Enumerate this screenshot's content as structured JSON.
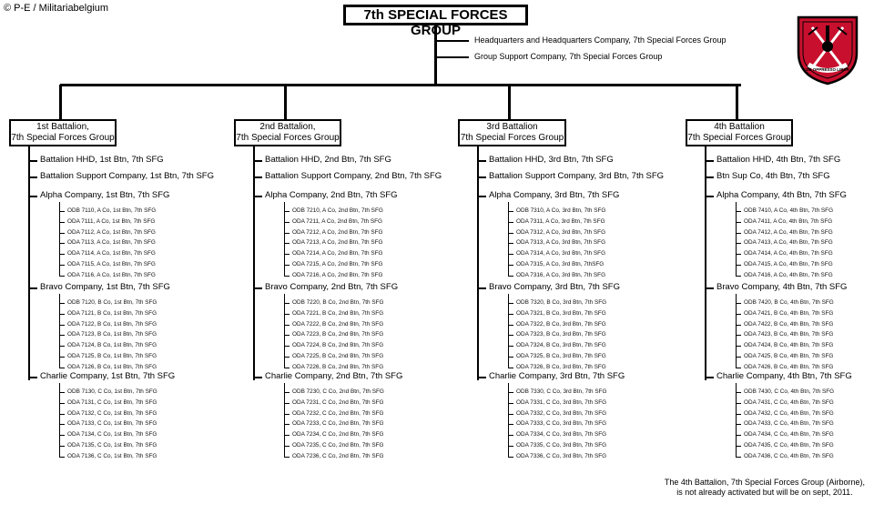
{
  "credit": "© P-E / Militariabelgium",
  "title": "7th SPECIAL FORCES GROUP",
  "hq_units": [
    "Headquarters and Headquarters Company,  7th Special Forces Group",
    "Group Support Company,  7th Special Forces Group"
  ],
  "insignia": {
    "text": "DE OPPRESSO LIBER",
    "colors": {
      "shield": "#c8102e",
      "border": "#000000",
      "dagger": "#ffffff"
    }
  },
  "battalions": [
    {
      "title_line1": "1st Battalion,",
      "title_line2": "7th Special Forces Group",
      "hhd": "Battalion HHD, 1st Btn, 7th SFG",
      "support": "Battalion  Support Company, 1st Btn, 7th SFG",
      "companies": [
        {
          "name": "Alpha Company, 1st Btn, 7th SFG",
          "detachments": [
            "ODB 7110, A Co, 1st Btn, 7th SFG",
            "ODA 7111, A Co, 1st Btn, 7th SFG",
            "ODA 7112, A Co, 1st Btn, 7th SFG",
            "ODA 7113, A Co, 1st Btn, 7th SFG",
            "ODA 7114, A Co, 1st Btn, 7th SFG",
            "ODA 7115, A Co, 1st Btn, 7th SFG",
            "ODA 7116, A Co, 1st Btn, 7th SFG"
          ]
        },
        {
          "name": "Bravo Company, 1st Btn, 7th SFG",
          "detachments": [
            "ODB 7120, B Co, 1st Btn, 7th SFG",
            "ODA 7121, B Co, 1st Btn, 7th SFG",
            "ODA 7122, B Co, 1st Btn, 7th SFG",
            "ODA 7123, B Co, 1st Btn, 7th SFG",
            "ODA 7124, B Co, 1st Btn, 7th SFG",
            "ODA 7125, B Co, 1st Btn, 7th SFG",
            "ODA 7126, B Co, 1st Btn, 7th SFG"
          ]
        },
        {
          "name": "Charlie Company, 1st Btn, 7th SFG",
          "detachments": [
            "ODB 7130, C Co, 1st Btn, 7th SFG",
            "ODA 7131, C Co, 1st Btn, 7th SFG",
            "ODA 7132, C Co, 1st Btn, 7th SFG",
            "ODA 7133, C Co, 1st Btn, 7th SFG",
            "ODA 7134, C Co, 1st Btn, 7th SFG",
            "ODA 7135, C Co, 1st Btn, 7th SFG",
            "ODA 7136, C Co, 1st Btn, 7th SFG"
          ]
        }
      ]
    },
    {
      "title_line1": "2nd Battalion,",
      "title_line2": "7th Special Forces Group",
      "hhd": "Battalion HHD, 2nd Btn, 7th SFG",
      "support": "Battalion  Support Company, 2nd Btn, 7th SFG",
      "companies": [
        {
          "name": "Alpha Company, 2nd Btn, 7th SFG",
          "detachments": [
            "ODB 7210, A Co, 2nd Btn, 7th SFG",
            "ODA 7211, A Co, 2nd Btn, 7th SFG",
            "ODA 7212, A Co, 2nd Btn, 7th SFG",
            "ODA 7213, A Co, 2nd Btn, 7th SFG",
            "ODA 7214, A Co, 2nd Btn, 7th SFG",
            "ODA 7215, A Co, 2nd Btn, 7th SFG",
            "ODA 7216, A Co, 2nd Btn, 7th SFG"
          ]
        },
        {
          "name": "Bravo Company, 2nd Btn, 7th SFG",
          "detachments": [
            "ODB 7220, B Co, 2nd Btn, 7th SFG",
            "ODA 7221, B Co, 2nd Btn, 7th SFG",
            "ODA 7222, B Co, 2nd Btn, 7th SFG",
            "ODA 7223, B Co, 2nd Btn, 7th SFG",
            "ODA 7224, B Co, 2nd Btn, 7th SFG",
            "ODA 7225, B Co, 2nd Btn, 7th SFG",
            "ODA 7226, B Co, 2nd Btn, 7th SFG"
          ]
        },
        {
          "name": "Charlie Company, 2nd Btn, 7th SFG",
          "detachments": [
            "ODB 7230, C Co, 2nd Btn, 7th SFG",
            "ODA 7231, C Co, 2nd Btn, 7th SFG",
            "ODA 7232, C Co, 2nd Btn, 7th SFG",
            "ODA 7233, C Co, 2nd Btn, 7th SFG",
            "ODA 7234, C Co, 2nd Btn, 7th SFG",
            "ODA 7235, C Co, 2nd Btn, 7th SFG",
            "ODA 7236, C Co, 2nd Btn, 7th SFG"
          ]
        }
      ]
    },
    {
      "title_line1": "3rd Battalion",
      "title_line2": "7th Special Forces Group",
      "hhd": "Battalion HHD,  3rd Btn, 7th SFG",
      "support": "Battalion  Support Company, 3rd Btn,  7th SFG",
      "companies": [
        {
          "name": "Alpha Company, 3rd Btn, 7th SFG",
          "detachments": [
            "ODB 7310, A Co, 3rd Btn, 7th SFG",
            "ODA 7311, A Co, 3rd Btn, 7th SFG",
            "ODA 7312, A Co, 3rd Btn, 7th SFG",
            "ODA 7313, A Co, 3rd Btn, 7th SFG",
            "ODA 7314, A Co, 3rd Btn, 7th SFG",
            "ODA 7315, A Co, 3rd Btn, 7thSFG",
            "ODA 7316, A Co, 3rd Btn, 7th SFG"
          ]
        },
        {
          "name": "Bravo Company, 3rd Btn, 7th SFG",
          "detachments": [
            "ODB 7320, B Co, 3rd Btn, 7th SFG",
            "ODA 7321, B Co, 3rd Btn, 7th SFG",
            "ODA 7322, B Co, 3rd Btn, 7th SFG",
            "ODA 7323, B Co, 3rd Btn, 7th SFG",
            "ODA 7324, B Co, 3rd Btn, 7th SFG",
            "ODA 7325, B Co, 3rd Btn, 7th SFG",
            "ODA 7326, B Co, 3rd Btn, 7th SFG"
          ]
        },
        {
          "name": "Charlie Company, 3rd Btn, 7th SFG",
          "detachments": [
            "ODB 7330, C Co, 3rd Btn, 7th SFG",
            "ODA 7331, C Co, 3rd Btn, 7th SFG",
            "ODA 7332, C Co, 3rd Btn, 7th SFG",
            "ODA 7333, C Co, 3rd Btn, 7th SFG",
            "ODA 7334, C Co, 3rd Btn, 7th SFG",
            "ODA 7335, C Co, 3rd Btn, 7th SFG",
            "ODA 7336, C Co, 3rd Btn, 7th SFG"
          ]
        }
      ]
    },
    {
      "title_line1": "4th Battalion",
      "title_line2": "7th Special Forces Group",
      "hhd": "Battalion HHD, 4th Btn, 7th SFG",
      "support": "Btn  Sup Co, 4th Btn, 7th SFG",
      "companies": [
        {
          "name": "Alpha Company, 4th Btn, 7th SFG",
          "detachments": [
            "ODB 7410, A Co, 4th Btn, 7th SFG",
            "ODA 7411, A Co, 4th Btn, 7th SFG",
            "ODA 7412, A Co, 4th Btn, 7th SFG",
            "ODA 7413, A Co, 4th Btn, 7th SFG",
            "ODA 7414, A Co, 4th Btn, 7th SFG",
            "ODA 7415, A Co, 4th Btn, 7th SFG",
            "ODA 7416, A Co, 4th Btn, 7th SFG"
          ]
        },
        {
          "name": "Bravo Company, 4th Btn, 7th SFG",
          "detachments": [
            "ODB 7420, B Co, 4th Btn, 7th SFG",
            "ODA 7421, B Co, 4th Btn, 7th SFG",
            "ODA 7422, B Co, 4th Btn, 7th SFG",
            "ODA 7423, B Co, 4th Btn, 7th SFG",
            "ODA 7424, B Co, 4th Btn, 7th SFG",
            "ODA 7425, B Co, 4th Btn, 7th SFG",
            "ODA 7426, B Co, 4th Btn, 7th SFG"
          ]
        },
        {
          "name": "Charlie Company, 4th Btn, 7th SFG",
          "detachments": [
            "ODB 7430, C Co, 4th Btn, 7th SFG",
            "ODA 7431, C Co, 4th Btn, 7th SFG",
            "ODA 7432, C Co, 4th Btn, 7th SFG",
            "ODA 7433, C Co, 4th Btn, 7th SFG",
            "ODA 7434, C Co, 4th Btn, 7th SFG",
            "ODA 7435, C Co, 4th Btn, 7th SFG",
            "ODA 7436, C Co, 4th Btn, 7th SFG"
          ]
        }
      ]
    }
  ],
  "note_line1": "The 4th Battalion, 7th Special Forces Group (Airborne),",
  "note_line2": "is not already activated but will be on sept, 2011."
}
